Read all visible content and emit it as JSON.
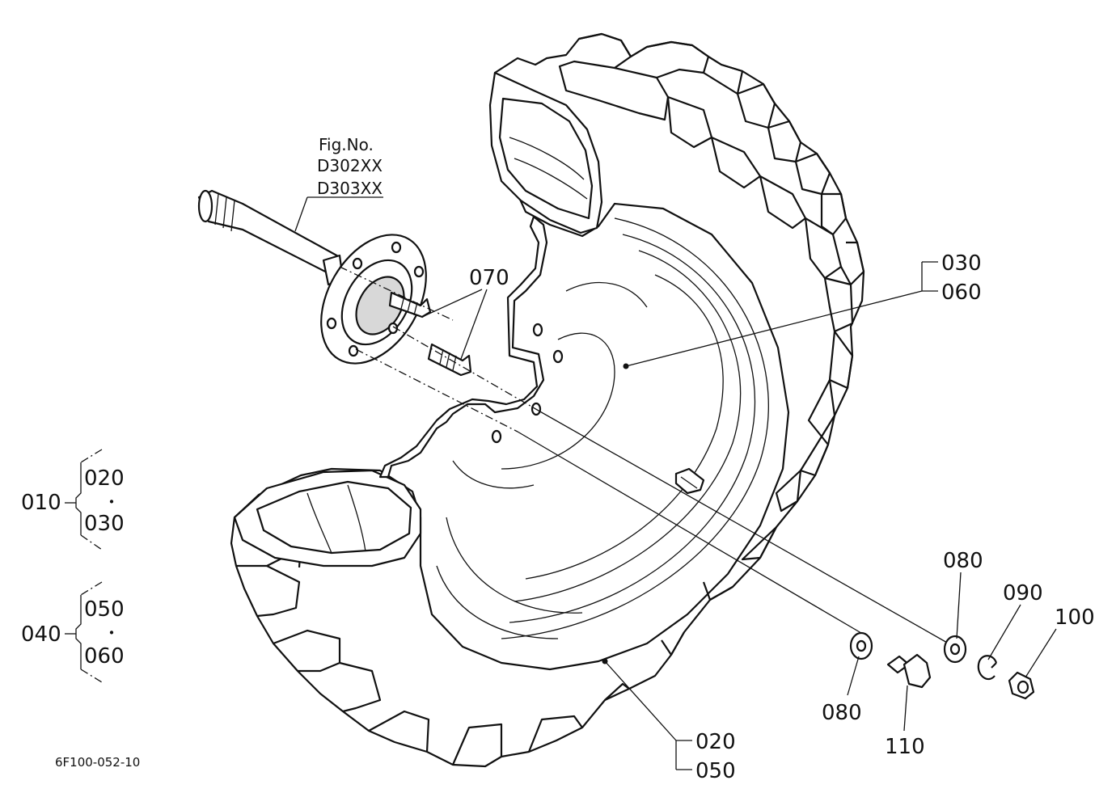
{
  "figure": {
    "ref_title": "Fig.No.",
    "ref_codes": [
      "D302XX",
      "D303XX"
    ],
    "drawing_id": "6F100-052-10"
  },
  "callouts": {
    "p070": "070",
    "p030_top": "030",
    "p060_top": "060",
    "p080_a": "080",
    "p090": "090",
    "p100": "100",
    "p080_b": "080",
    "p110": "110",
    "p020_bot": "020",
    "p050_bot": "050"
  },
  "assemblies": [
    {
      "parent": "010",
      "children": [
        "020",
        "030"
      ],
      "separator": "・"
    },
    {
      "parent": "040",
      "children": [
        "050",
        "060"
      ],
      "separator": "・"
    }
  ]
}
